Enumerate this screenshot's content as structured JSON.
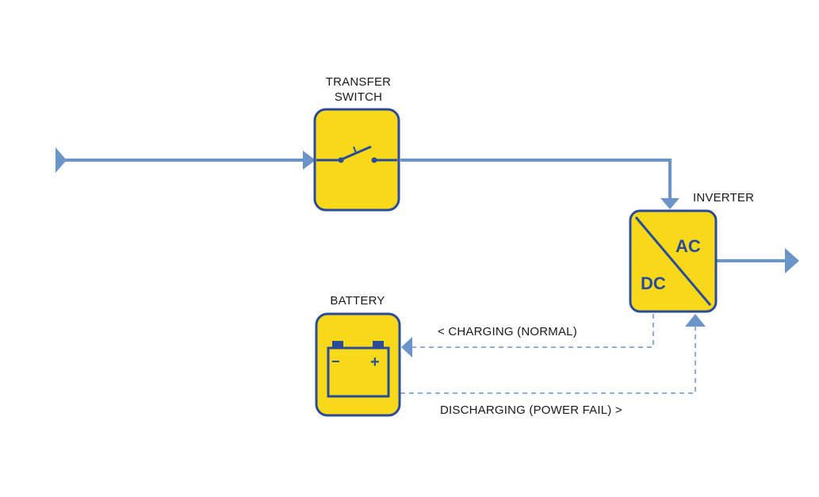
{
  "colors": {
    "line": "#6b94c9",
    "box_fill": "#f7d919",
    "box_border": "#2a4b9a",
    "icon": "#2a4b9a",
    "text": "#1a1a1a"
  },
  "transfer_switch": {
    "label_line1": "TRANSFER",
    "label_line2": "SWITCH",
    "icon": "switch-icon"
  },
  "inverter": {
    "label": "INVERTER",
    "ac": "AC",
    "dc": "DC"
  },
  "battery": {
    "label": "BATTERY",
    "icon": "battery-icon",
    "minus": "−",
    "plus": "+"
  },
  "flows": {
    "charging": "<   CHARGING  (NORMAL)",
    "discharging": "DISCHARGING  (POWER FAIL)  >"
  }
}
